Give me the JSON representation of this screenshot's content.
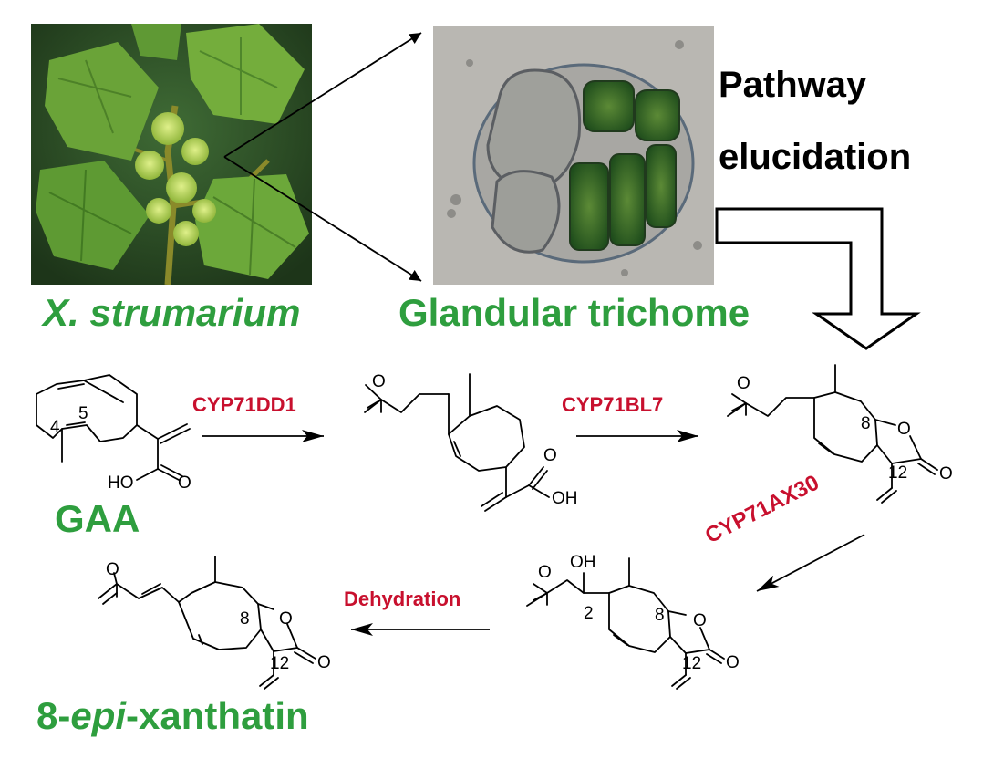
{
  "photos": {
    "plant": "X. strumarium plant photograph",
    "trichome": "Glandular trichome micrograph"
  },
  "labels": {
    "species": "X. strumarium",
    "trichome": "Glandular trichome",
    "pathway_line1": "Pathway",
    "pathway_line2": "elucidation",
    "start_compound": "GAA",
    "product_prefix": "8-",
    "product_italic": "epi",
    "product_suffix": "-xanthatin"
  },
  "enzymes": {
    "step1": "CYP71DD1",
    "step2": "CYP71BL7",
    "step3": "CYP71AX30",
    "step4": "Dehydration"
  },
  "atoms": {
    "n4": "4",
    "n5": "5",
    "n8": "8",
    "n12": "12",
    "n2": "2",
    "ho": "HO",
    "oh": "OH",
    "o": "O"
  },
  "colors": {
    "green_label": "#2e9e3e",
    "enzyme_red": "#c8102e"
  }
}
